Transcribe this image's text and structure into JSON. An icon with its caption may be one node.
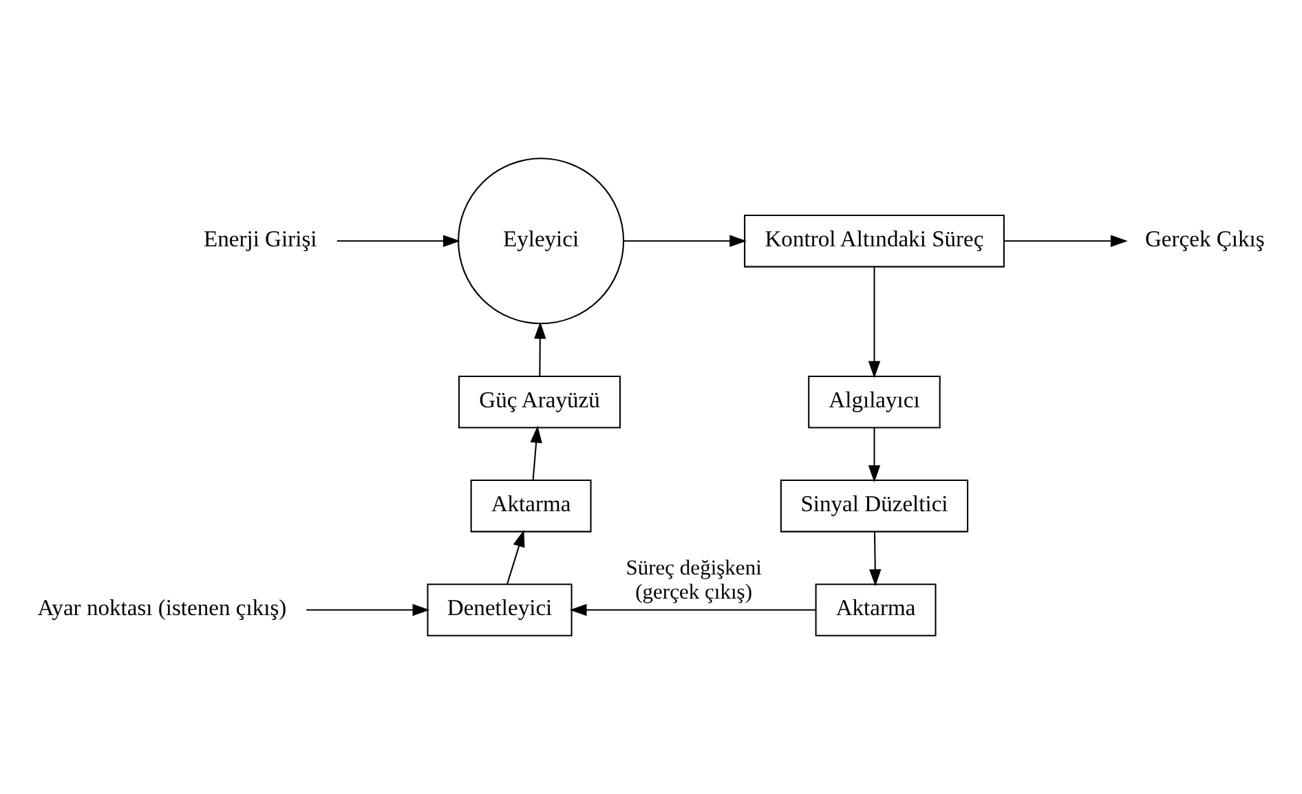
{
  "diagram": {
    "nodes": [
      {
        "text": [
          "Enerji Girişi"
        ]
      },
      {
        "text": [
          "Eyleyici"
        ]
      },
      {
        "text": [
          "Kontrol Altındaki Süreç"
        ]
      },
      {
        "text": [
          "Gerçek Çıkış"
        ]
      },
      {
        "text": [
          "Algılayıcı"
        ]
      },
      {
        "text": [
          "Sinyal Düzeltici"
        ]
      },
      {
        "text": [
          "Aktarma"
        ]
      },
      {
        "text": [
          "Denetleyici"
        ]
      },
      {
        "text": [
          "Aktarma"
        ]
      },
      {
        "text": [
          "Güç Arayüzü"
        ]
      },
      {
        "text": [
          "Ayar noktası (istenen çıkış)"
        ]
      }
    ],
    "edges": [
      {
        "from": 0,
        "to": 1,
        "arrow": "to"
      },
      {
        "from": 1,
        "to": 2,
        "arrow": "to"
      },
      {
        "from": 2,
        "to": 3,
        "arrow": "to"
      },
      {
        "from": 2,
        "to": 4,
        "arrow": "to"
      },
      {
        "from": 4,
        "to": 5,
        "arrow": "to"
      },
      {
        "from": 5,
        "to": 6,
        "arrow": "to"
      },
      {
        "from": 6,
        "to": 7,
        "arrow": "to",
        "label": "Süreç değişkeni (gerçek çıkış)"
      },
      {
        "from": 10,
        "to": 7,
        "arrow": "to"
      },
      {
        "from": 7,
        "to": 8,
        "arrow": "to"
      },
      {
        "from": 8,
        "to": 9,
        "arrow": "to"
      },
      {
        "from": 9,
        "to": 1,
        "arrow": "to"
      }
    ]
  }
}
